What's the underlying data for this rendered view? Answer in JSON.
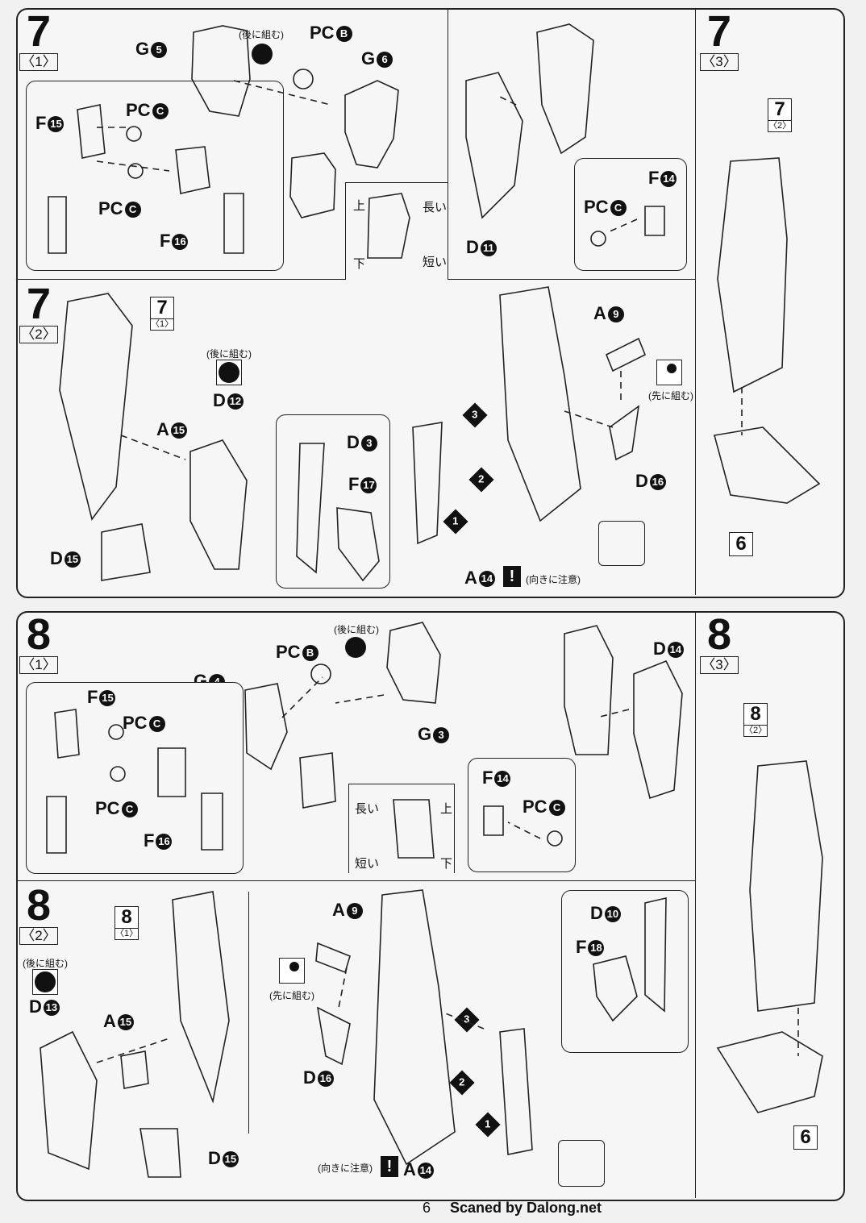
{
  "page": {
    "number": "6",
    "credit": "Scaned by Dalong.net"
  },
  "step7": {
    "num": "7",
    "sub1": "〈1〉",
    "sub2": "〈2〉",
    "sub3": "〈3〉",
    "p1": {
      "g5": "G",
      "g5n": "5",
      "pcb": "PC",
      "pcbn": "B",
      "g6": "G",
      "g6n": "6",
      "f15": "F",
      "f15n": "15",
      "pcc1": "PC",
      "pcc1n": "C",
      "pcc2": "PC",
      "pcc2n": "C",
      "f16": "F",
      "f16n": "16",
      "d11": "D",
      "d11n": "11",
      "pcc3": "PC",
      "pcc3n": "C",
      "f14": "F",
      "f14n": "14",
      "note_later": "(後に組む)",
      "up": "上",
      "long": "長い",
      "down": "下",
      "short": "短い"
    },
    "p2": {
      "ref7": "7",
      "ref7s": "〈1〉",
      "note_later": "(後に組む)",
      "d12": "D",
      "d12n": "12",
      "a15": "A",
      "a15n": "15",
      "d15": "D",
      "d15n": "15",
      "d3": "D",
      "d3n": "3",
      "f17": "F",
      "f17n": "17",
      "a9": "A",
      "a9n": "9",
      "note_first": "(先に組む)",
      "d16": "D",
      "d16n": "16",
      "a14": "A",
      "a14n": "14",
      "note_dir": "(向きに注意)",
      "o1": "1",
      "o2": "2",
      "o3": "3"
    },
    "p3": {
      "ref7": "7",
      "ref7s": "〈2〉",
      "ref6": "6"
    }
  },
  "step8": {
    "num": "8",
    "sub1": "〈1〉",
    "sub2": "〈2〉",
    "sub3": "〈3〉",
    "p1": {
      "note_later": "(後に組む)",
      "pcb": "PC",
      "pcbn": "B",
      "g4": "G",
      "g4n": "4",
      "g3": "G",
      "g3n": "3",
      "d14": "D",
      "d14n": "14",
      "f15": "F",
      "f15n": "15",
      "pcc1": "PC",
      "pcc1n": "C",
      "pcc2": "PC",
      "pcc2n": "C",
      "f16": "F",
      "f16n": "16",
      "f14": "F",
      "f14n": "14",
      "pcc3": "PC",
      "pcc3n": "C",
      "long": "長い",
      "up": "上",
      "short": "短い",
      "down": "下"
    },
    "p2": {
      "ref8": "8",
      "ref8s": "〈1〉",
      "note_later": "(後に組む)",
      "d13": "D",
      "d13n": "13",
      "a15": "A",
      "a15n": "15",
      "d15": "D",
      "d15n": "15",
      "a9": "A",
      "a9n": "9",
      "note_first": "(先に組む)",
      "d16": "D",
      "d16n": "16",
      "d10": "D",
      "d10n": "10",
      "f18": "F",
      "f18n": "18",
      "note_dir": "(向きに注意)",
      "a14": "A",
      "a14n": "14",
      "o1": "1",
      "o2": "2",
      "o3": "3"
    },
    "p3": {
      "ref8": "8",
      "ref8s": "〈2〉",
      "ref6": "6"
    }
  }
}
